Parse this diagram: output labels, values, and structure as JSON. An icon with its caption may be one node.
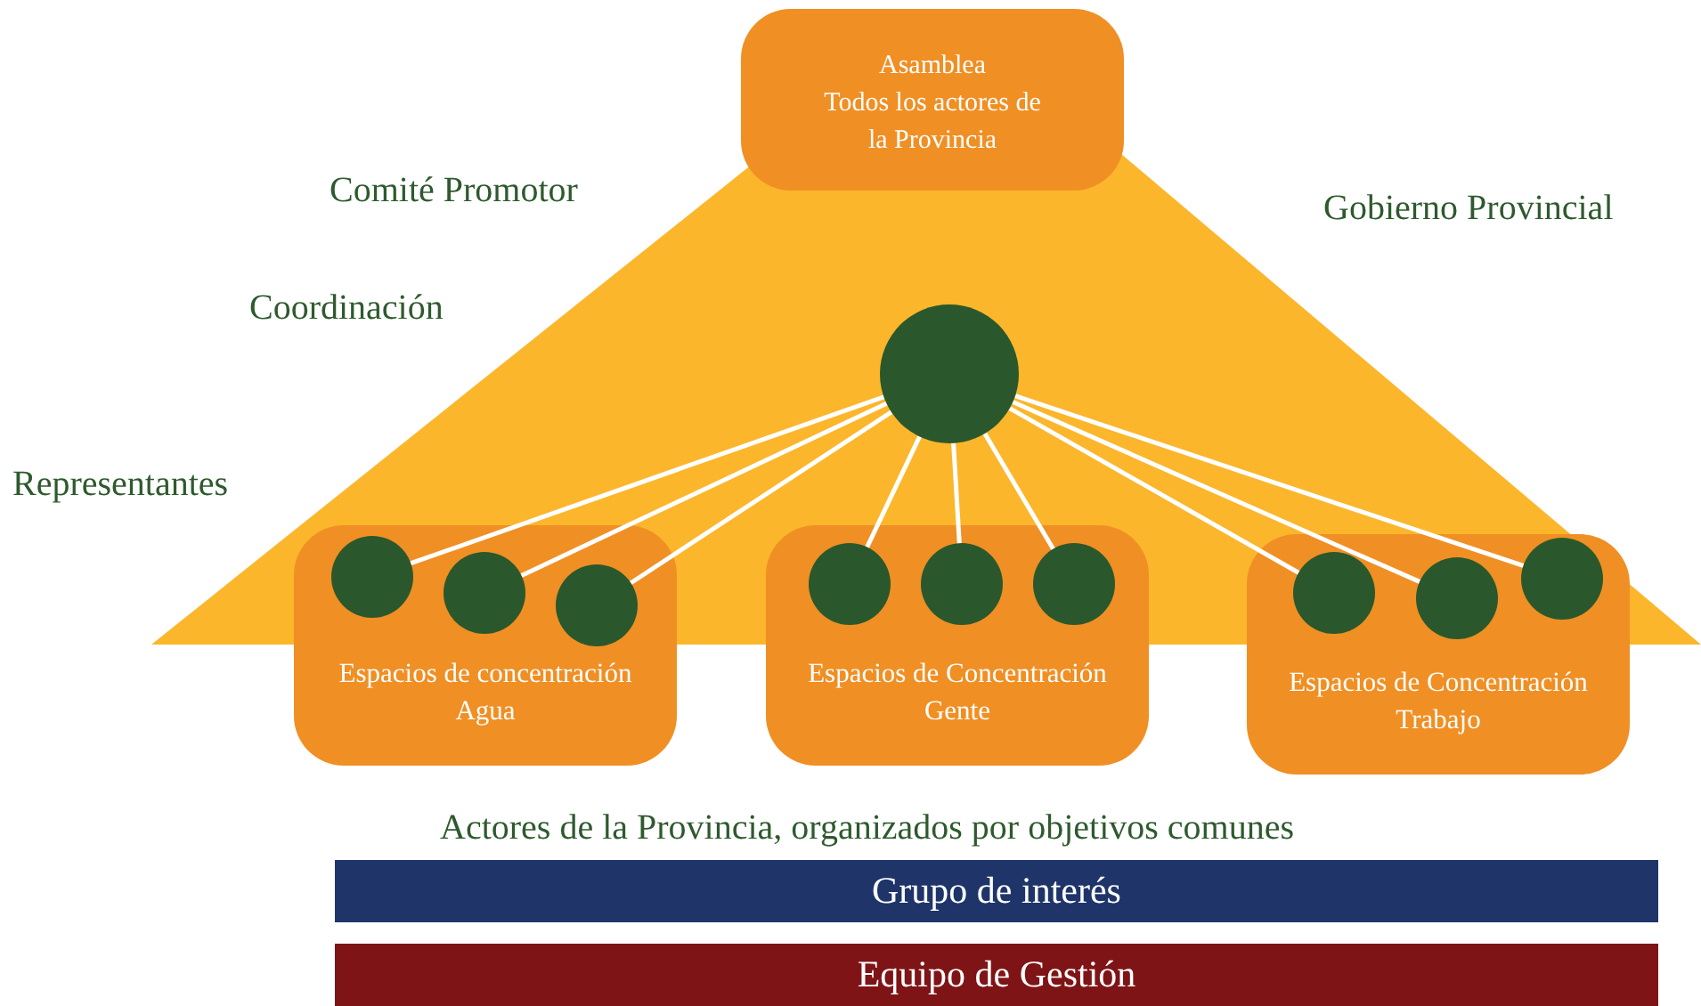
{
  "diagram": {
    "nodes": [
      {
        "text": [
          "Asamblea",
          "Todos los actores de la Provincia"
        ]
      },
      {
        "text": [],
        "shape": "circle"
      },
      {
        "text": [
          "Espacios de concentración Agua"
        ]
      },
      {
        "text": [],
        "shape": "circle",
        "in": 2
      },
      {
        "text": [],
        "shape": "circle",
        "in": 2
      },
      {
        "text": [],
        "shape": "circle",
        "in": 2
      },
      {
        "text": [
          "Espacios de Concentración Gente"
        ]
      },
      {
        "text": [],
        "shape": "circle",
        "in": 6
      },
      {
        "text": [],
        "shape": "circle",
        "in": 6
      },
      {
        "text": [],
        "shape": "circle",
        "in": 6
      },
      {
        "text": [
          "Espacios de Concentración Trabajo"
        ]
      },
      {
        "text": [],
        "shape": "circle",
        "in": 10
      },
      {
        "text": [],
        "shape": "circle",
        "in": 10
      },
      {
        "text": [],
        "shape": "circle",
        "in": 10
      },
      {
        "text": [
          "Grupo de interés"
        ]
      },
      {
        "text": [
          "Equipo de Gestión"
        ]
      }
    ],
    "edges": [
      {
        "from": 1,
        "to": 3,
        "arrow": "none"
      },
      {
        "from": 1,
        "to": 4,
        "arrow": "none"
      },
      {
        "from": 1,
        "to": 5,
        "arrow": "none"
      },
      {
        "from": 1,
        "to": 7,
        "arrow": "none"
      },
      {
        "from": 1,
        "to": 8,
        "arrow": "none"
      },
      {
        "from": 1,
        "to": 9,
        "arrow": "none"
      },
      {
        "from": 1,
        "to": 11,
        "arrow": "none"
      },
      {
        "from": 1,
        "to": 12,
        "arrow": "none"
      },
      {
        "from": 1,
        "to": 13,
        "arrow": "none"
      }
    ],
    "labels": [
      "Comité Promotor",
      "Gobierno Provincial",
      "Coordinación",
      "Representantes",
      "Actores de la Provincia, organizados por objetivos comunes"
    ]
  }
}
